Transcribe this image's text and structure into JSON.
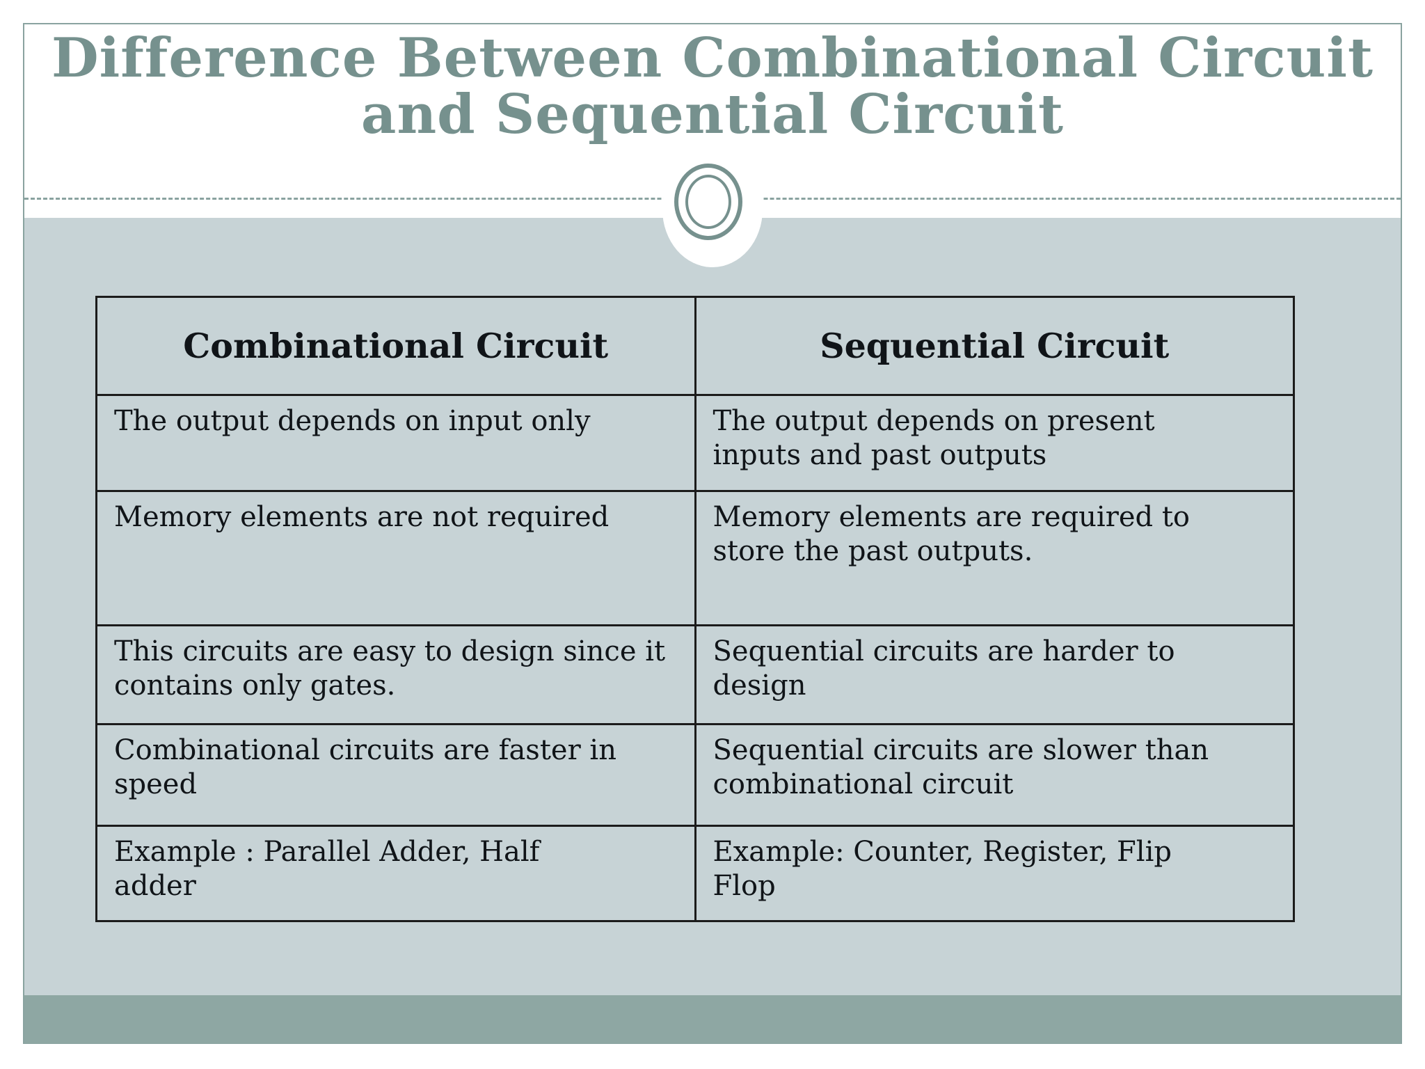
{
  "slide": {
    "title_line1": "Difference Between Combinational Circuit",
    "title_line2": "and Sequential Circuit",
    "colors": {
      "title_color": "#76918e",
      "frame_color": "#8aa3a0",
      "body_color": "#c7d3d6",
      "bar_color": "#8ea7a3",
      "table_border_color": "#1b1b1b",
      "text_color": "#101418"
    },
    "table": {
      "headers": [
        "Combinational Circuit",
        "Sequential Circuit"
      ],
      "rows": [
        [
          "The output depends on input only",
          "The output depends on present inputs and past outputs"
        ],
        [
          "Memory elements are not required",
          "Memory elements are required to store the past outputs."
        ],
        [
          "This circuits are easy to design since it contains only gates.",
          "Sequential circuits are harder to design"
        ],
        [
          "Combinational circuits are faster in speed",
          "Sequential circuits are slower than combinational circuit"
        ],
        [
          "Example : Parallel Adder, Half adder",
          "Example: Counter, Register, Flip Flop"
        ]
      ]
    }
  }
}
